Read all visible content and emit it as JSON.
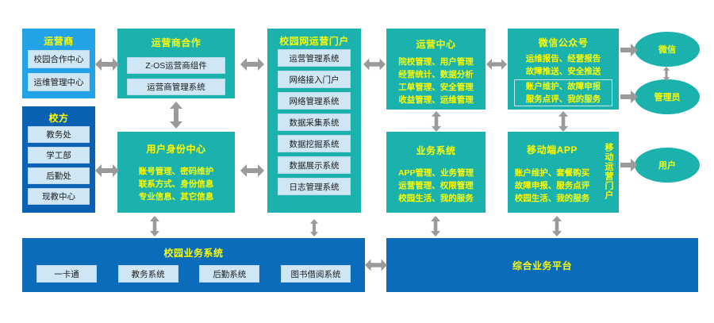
{
  "diagram": {
    "colors": {
      "teal": "#1bb2ae",
      "blue_dark": "#0b62b4",
      "blue_light": "#22a3e8",
      "blue_bar": "#0a6cbb",
      "chip": "#cfe7f5",
      "title_yellow": "#ffff00",
      "arrow_gray": "#9a9a9a"
    }
  },
  "col1": {
    "operator": {
      "title": "运营商",
      "items": [
        "校园合作中心",
        "运维管理中心"
      ]
    },
    "school": {
      "title": "校方",
      "items": [
        "教务处",
        "学工部",
        "后勤处",
        "现教中心"
      ]
    }
  },
  "col2": {
    "cooperation": {
      "title": "运营商合作",
      "items": [
        "Z-OS运营商组件",
        "运营商管理系统"
      ]
    },
    "identity": {
      "title": "用户身份中心",
      "lines": [
        "账号管理、密码维护",
        "联系方式、身份信息",
        "专业信息、其它信息"
      ]
    }
  },
  "col3": {
    "portal": {
      "title": "校园网运营门户",
      "items": [
        "运营管理系统",
        "网络接入门户",
        "网络管理系统",
        "数据采集系统",
        "数据挖掘系统",
        "数据展示系统",
        "日志管理系统"
      ]
    }
  },
  "col4": {
    "ops_center": {
      "title": "运营中心",
      "lines": [
        "院校管理、用户管理",
        "经营统计、数据分析",
        "工单管理、安全管理",
        "收益管理、运维管理"
      ]
    },
    "business_system": {
      "title": "业务系统",
      "lines": [
        "APP管理、业务管理",
        "运营管理、权限管理",
        "校园生活、我的服务"
      ]
    }
  },
  "col5": {
    "wechat_mp": {
      "title": "微信公众号",
      "lines": [
        "运维报告、经营报告",
        "故障推送、安全推送"
      ],
      "boxed_lines": [
        "账户维护、故障申报",
        "服务点评、我的服务"
      ]
    },
    "mobile_app": {
      "title": "移动端APP",
      "lines": [
        "账户维护、套餐购买",
        "故障申报、服务点评",
        "校园生活、我的服务"
      ],
      "side_label": "移动运营门户"
    }
  },
  "actors": {
    "wechat": "微信",
    "admin": "管理员",
    "user": "用户"
  },
  "bottom": {
    "campus_business": {
      "title": "校园业务系统",
      "items": [
        "一卡通",
        "教务系统",
        "后勤系统",
        "图书借阅系统"
      ]
    },
    "integrated_platform": {
      "title": "综合业务平台"
    }
  }
}
